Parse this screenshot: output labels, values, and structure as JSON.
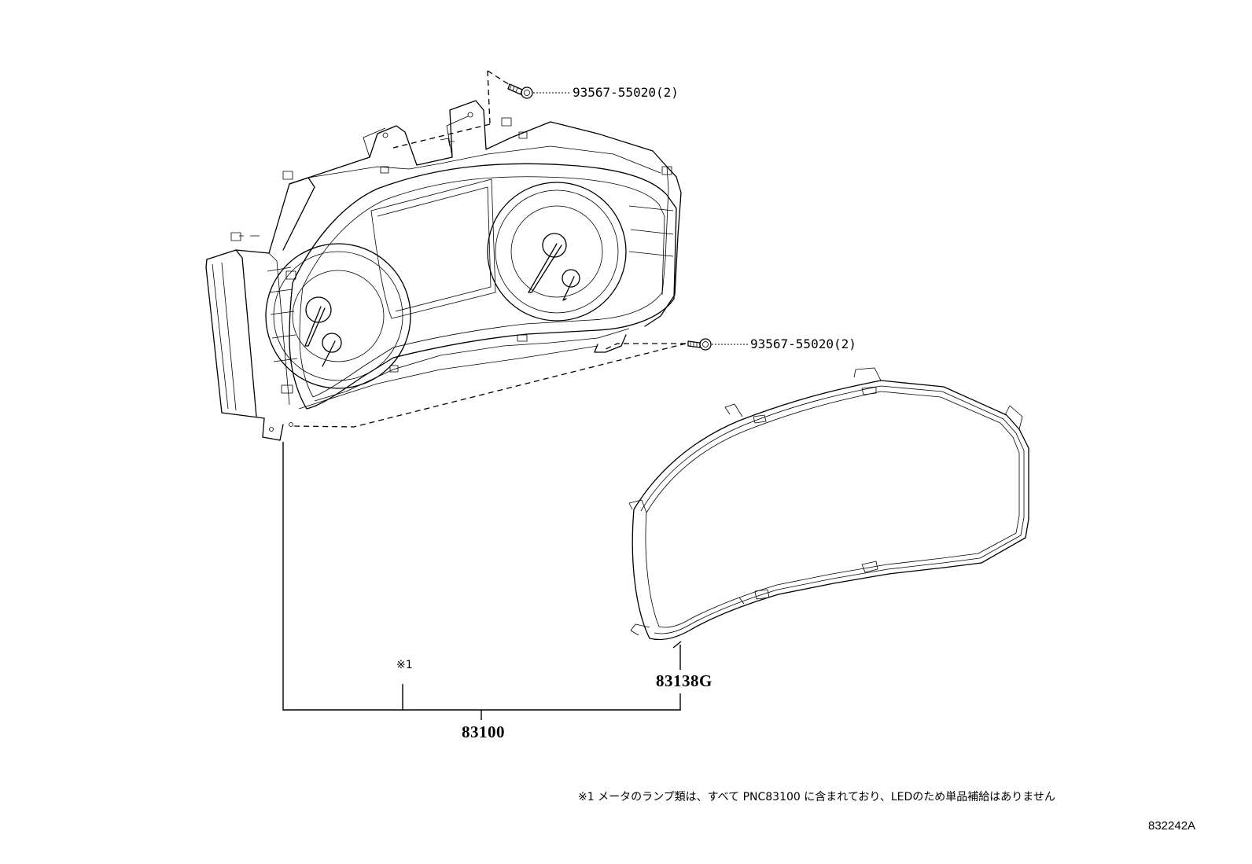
{
  "parts": {
    "bolt_upper": "93567-55020(2)",
    "bolt_lower": "93567-55020(2)",
    "lens": "83138G",
    "meter_assy": "83100"
  },
  "note_marker": "※1",
  "footnote": "※1 メータのランプ類は、すべて PNC83100 に含まれており、LEDのため単品補給はありません",
  "diagram_ref": "832242A"
}
